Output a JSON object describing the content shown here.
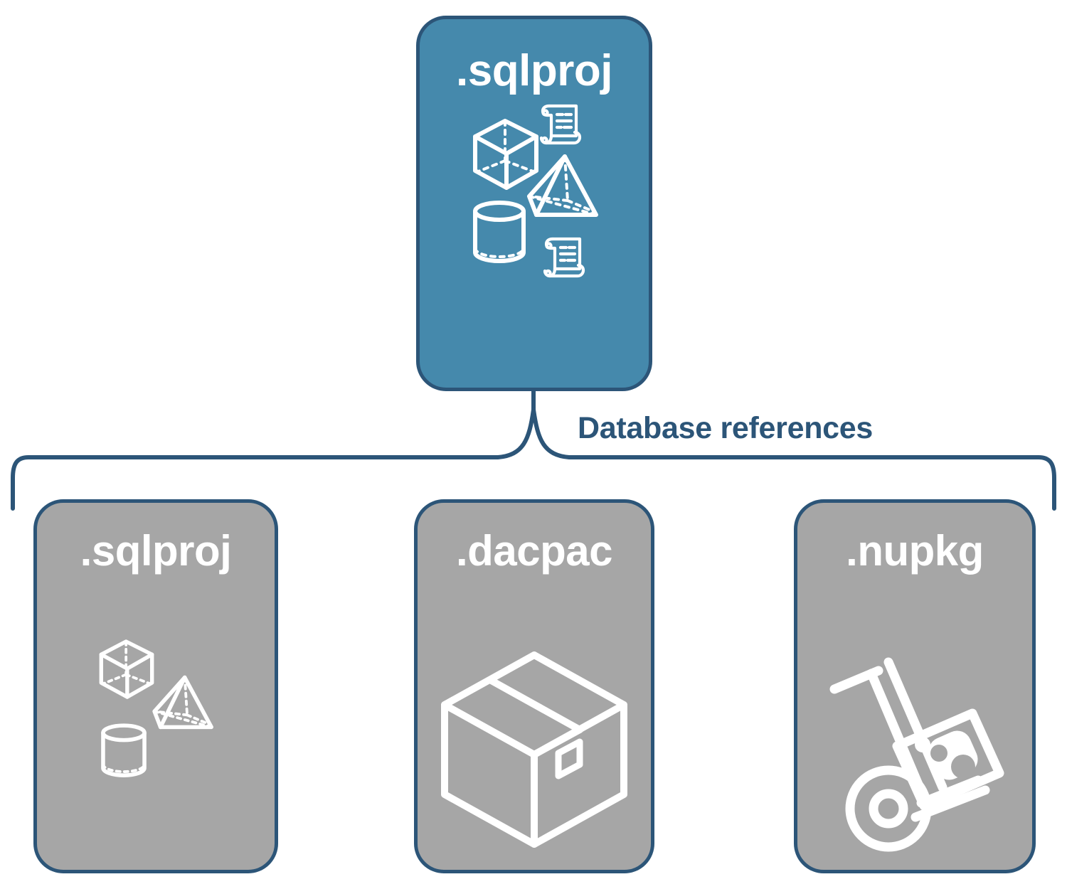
{
  "diagram": {
    "title": "SQL project database references diagram",
    "background_color": "#FFFFFF",
    "primary_color": "#4589AC",
    "secondary_color": "#A6A6A6",
    "accent_color": "#2C5578",
    "icon_color": "#FFFFFF"
  },
  "top_node": {
    "label": ".sqlproj",
    "icons": [
      "cube-wireframe-icon",
      "pyramid-wireframe-icon",
      "cylinder-wireframe-icon",
      "script-scroll-icon",
      "script-scroll-icon"
    ]
  },
  "connector": {
    "label": "Database references",
    "style": "curly-brace-bracket"
  },
  "children": [
    {
      "label": ".sqlproj",
      "icons": [
        "cube-wireframe-icon",
        "pyramid-wireframe-icon",
        "cylinder-wireframe-icon"
      ]
    },
    {
      "label": ".dacpac",
      "icons": [
        "shipping-box-icon"
      ]
    },
    {
      "label": ".nupkg",
      "icons": [
        "hand-truck-package-icon"
      ]
    }
  ]
}
